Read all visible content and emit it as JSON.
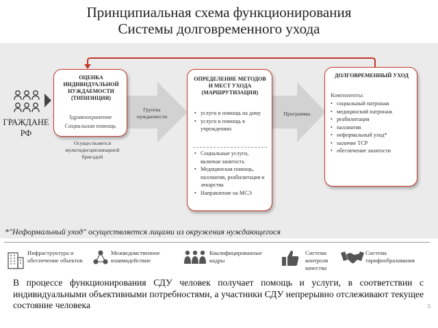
{
  "title": {
    "line1": "Принципиальная схема функционирования",
    "line2": "Системы долговременного ухода"
  },
  "citizens_label": "ГРАЖДАНЕ РФ",
  "stage1": {
    "title": "ОЦЕНКА ИНДИВИДУАЛЬНОЙ НУЖДАЕМОСТИ (ТИПИЗИЦИЯ)",
    "line1": "Здравоохранение",
    "line2": "Социальная помощь",
    "note": "Осуществляется мультидисциплинарной бригадой"
  },
  "arrow1_label": "Группы нуждаемости",
  "stage2": {
    "title": "ОПРЕДЕЛЕНИЕ МЕТОДОВ И МЕСТ УХОДА (МАРШРУТИЗАЦИЯ)",
    "items_top": [
      "услуги и помощь на дому",
      "услуги и помощь в учреждениях"
    ],
    "items_bottom": [
      "Социальные услуги, включая занятость",
      "Медицинская помощь, паллиатив, реабилитация и лекарства",
      "Направление на МСЭ"
    ]
  },
  "arrow2_label": "Программы",
  "stage3": {
    "title": "ДОЛГОВРЕМЕННЫЙ УХОД",
    "subtitle": "Компоненты:",
    "items": [
      "социальный патронаж",
      "медицинский патронаж",
      "реабилитация",
      "паллиатив",
      "неформальный уход*",
      "наличие ТСР",
      "обеспечение занятости"
    ]
  },
  "quote": "*\"Неформальный уход\" осуществляется лицами из окружения нуждающегося",
  "supports": [
    {
      "label": "Инфраструктура и обеспечение объектов",
      "icon": "building-icon"
    },
    {
      "label": "Межведомственное взаимодействие",
      "icon": "network-icon"
    },
    {
      "label": "Квалифицированные кадры",
      "icon": "staff-icon"
    },
    {
      "label": "Система контроля качества",
      "icon": "thumbs-up-icon"
    },
    {
      "label": "Система тарифообразования",
      "icon": "handshake-icon"
    }
  ],
  "body_text": "В процессе функционирования СДУ человек получает помощь и услуги, в соответствии с индивидуальными объективными потребностями, а участники СДУ непрерывно отслеживают текущее состояние человека",
  "page_number": "5",
  "colors": {
    "accent_red": "#c0392b",
    "band_gray": "#ebebeb",
    "arrow_gray": "#d2d2d2"
  }
}
